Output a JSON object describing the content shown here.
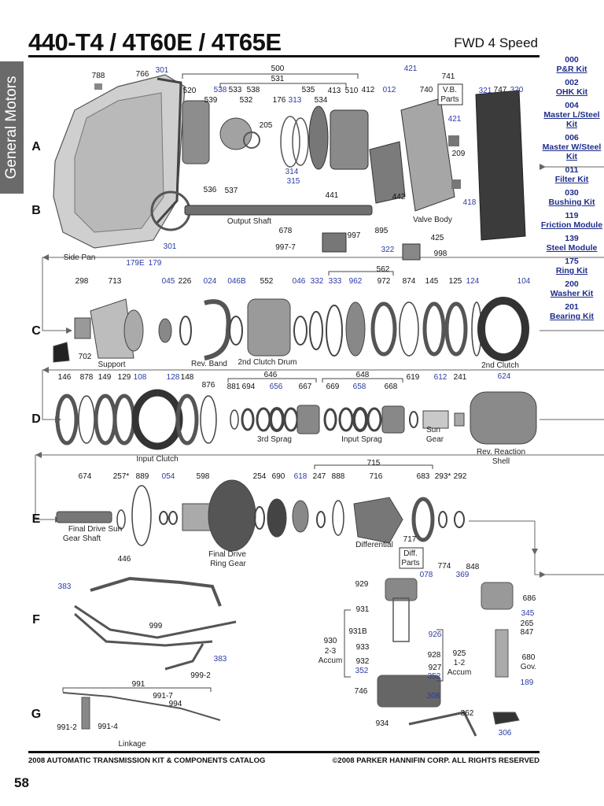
{
  "header": {
    "title": "440-T4 / 4T60E / 4T65E",
    "subtitle": "FWD 4 Speed",
    "side_tab": "General Motors"
  },
  "kits": [
    {
      "code": "000",
      "name": "P&R Kit"
    },
    {
      "code": "002",
      "name": "OHK Kit"
    },
    {
      "code": "004",
      "name": "Master L/Steel Kit"
    },
    {
      "code": "006",
      "name": "Master W/Steel Kit"
    },
    {
      "code": "011",
      "name": "Filter Kit"
    },
    {
      "code": "030",
      "name": "Bushing Kit"
    },
    {
      "code": "119",
      "name": "Friction Module"
    },
    {
      "code": "139",
      "name": "Steel Module"
    },
    {
      "code": "175",
      "name": "Ring Kit"
    },
    {
      "code": "200",
      "name": "Washer Kit"
    },
    {
      "code": "201",
      "name": "Bearing Kit"
    }
  ],
  "row_labels": [
    "A",
    "B",
    "C",
    "D",
    "E",
    "F",
    "G"
  ],
  "part_labels": [
    {
      "t": "788"
    },
    {
      "t": "766"
    },
    {
      "t": "301",
      "blue": true
    },
    {
      "t": "500"
    },
    {
      "t": "531"
    },
    {
      "t": "520"
    },
    {
      "t": "538",
      "blue": true
    },
    {
      "t": "533"
    },
    {
      "t": "538"
    },
    {
      "t": "539"
    },
    {
      "t": "532"
    },
    {
      "t": "176"
    },
    {
      "t": "313",
      "blue": true
    },
    {
      "t": "535"
    },
    {
      "t": "534"
    },
    {
      "t": "413"
    },
    {
      "t": "510"
    },
    {
      "t": "412"
    },
    {
      "t": "421",
      "blue": true
    },
    {
      "t": "012",
      "blue": true
    },
    {
      "t": "740"
    },
    {
      "t": "741"
    },
    {
      "t": "321",
      "blue": true
    },
    {
      "t": "747"
    },
    {
      "t": "320",
      "blue": true
    },
    {
      "t": "205"
    },
    {
      "t": "421",
      "blue": true
    },
    {
      "t": "209"
    },
    {
      "t": "314",
      "blue": true
    },
    {
      "t": "315",
      "blue": true
    },
    {
      "t": "536"
    },
    {
      "t": "537"
    },
    {
      "t": "441"
    },
    {
      "t": "442"
    },
    {
      "t": "418",
      "blue": true
    },
    {
      "t": "678"
    },
    {
      "t": "895"
    },
    {
      "t": "425"
    },
    {
      "t": "301",
      "blue": true
    },
    {
      "t": "997"
    },
    {
      "t": "997-7"
    },
    {
      "t": "322",
      "blue": true
    },
    {
      "t": "998"
    },
    {
      "t": "179E",
      "blue": true
    },
    {
      "t": "179",
      "blue": true
    },
    {
      "t": "298"
    },
    {
      "t": "713"
    },
    {
      "t": "045",
      "blue": true
    },
    {
      "t": "226"
    },
    {
      "t": "024",
      "blue": true
    },
    {
      "t": "046B",
      "blue": true
    },
    {
      "t": "552"
    },
    {
      "t": "046",
      "blue": true
    },
    {
      "t": "332",
      "blue": true
    },
    {
      "t": "333",
      "blue": true
    },
    {
      "t": "562"
    },
    {
      "t": "962",
      "blue": true
    },
    {
      "t": "972"
    },
    {
      "t": "874"
    },
    {
      "t": "145"
    },
    {
      "t": "125"
    },
    {
      "t": "124",
      "blue": true
    },
    {
      "t": "104",
      "blue": true
    },
    {
      "t": "702"
    },
    {
      "t": "146"
    },
    {
      "t": "878"
    },
    {
      "t": "149"
    },
    {
      "t": "129"
    },
    {
      "t": "108",
      "blue": true
    },
    {
      "t": "128",
      "blue": true
    },
    {
      "t": "148"
    },
    {
      "t": "876"
    },
    {
      "t": "646"
    },
    {
      "t": "881"
    },
    {
      "t": "694"
    },
    {
      "t": "656",
      "blue": true
    },
    {
      "t": "667"
    },
    {
      "t": "648"
    },
    {
      "t": "669"
    },
    {
      "t": "658",
      "blue": true
    },
    {
      "t": "668"
    },
    {
      "t": "619"
    },
    {
      "t": "612",
      "blue": true
    },
    {
      "t": "241"
    },
    {
      "t": "624",
      "blue": true
    },
    {
      "t": "674"
    },
    {
      "t": "257*"
    },
    {
      "t": "889"
    },
    {
      "t": "054",
      "blue": true
    },
    {
      "t": "598"
    },
    {
      "t": "254"
    },
    {
      "t": "690"
    },
    {
      "t": "618",
      "blue": true
    },
    {
      "t": "247"
    },
    {
      "t": "888"
    },
    {
      "t": "715"
    },
    {
      "t": "716"
    },
    {
      "t": "683"
    },
    {
      "t": "293*"
    },
    {
      "t": "292"
    },
    {
      "t": "717"
    },
    {
      "t": "446"
    },
    {
      "t": "383",
      "blue": true
    },
    {
      "t": "999"
    },
    {
      "t": "383",
      "blue": true
    },
    {
      "t": "999-2"
    },
    {
      "t": "929"
    },
    {
      "t": "078",
      "blue": true
    },
    {
      "t": "774"
    },
    {
      "t": "369",
      "blue": true
    },
    {
      "t": "848"
    },
    {
      "t": "686"
    },
    {
      "t": "345",
      "blue": true
    },
    {
      "t": "265"
    },
    {
      "t": "847"
    },
    {
      "t": "931"
    },
    {
      "t": "931B"
    },
    {
      "t": "926",
      "blue": true
    },
    {
      "t": "930"
    },
    {
      "t": "933"
    },
    {
      "t": "928"
    },
    {
      "t": "925"
    },
    {
      "t": "932"
    },
    {
      "t": "927"
    },
    {
      "t": "352",
      "blue": true
    },
    {
      "t": "352",
      "blue": true
    },
    {
      "t": "680"
    },
    {
      "t": "189",
      "blue": true
    },
    {
      "t": "746"
    },
    {
      "t": "308",
      "blue": true
    },
    {
      "t": "362"
    },
    {
      "t": "934"
    },
    {
      "t": "306",
      "blue": true
    },
    {
      "t": "991"
    },
    {
      "t": "991-7"
    },
    {
      "t": "994"
    },
    {
      "t": "991-2"
    },
    {
      "t": "991-4"
    }
  ],
  "captions": [
    {
      "t": "V.B."
    },
    {
      "t": "Parts"
    },
    {
      "t": "Output Shaft"
    },
    {
      "t": "Valve Body"
    },
    {
      "t": "Side Pan"
    },
    {
      "t": "Support"
    },
    {
      "t": "Rev. Band"
    },
    {
      "t": "2nd Clutch Drum"
    },
    {
      "t": "2nd Clutch"
    },
    {
      "t": "3rd Sprag"
    },
    {
      "t": "Input Sprag"
    },
    {
      "t": "Sun"
    },
    {
      "t": "Gear"
    },
    {
      "t": "Input Clutch"
    },
    {
      "t": "Rev. Reaction"
    },
    {
      "t": "Shell"
    },
    {
      "t": "Final Drive Sun"
    },
    {
      "t": "Gear Shaft"
    },
    {
      "t": "Final Drive"
    },
    {
      "t": "Ring Gear"
    },
    {
      "t": "Differential"
    },
    {
      "t": "Diff."
    },
    {
      "t": "Parts"
    },
    {
      "t": "2-3"
    },
    {
      "t": "Accum"
    },
    {
      "t": "1-2"
    },
    {
      "t": "Accum"
    },
    {
      "t": "Gov."
    },
    {
      "t": "Linkage"
    }
  ],
  "footer": {
    "left": "2008 AUTOMATIC TRANSMISSION KIT & COMPONENTS CATALOG",
    "right": "©2008 PARKER HANNIFIN CORP. ALL RIGHTS RESERVED",
    "page": "58"
  }
}
